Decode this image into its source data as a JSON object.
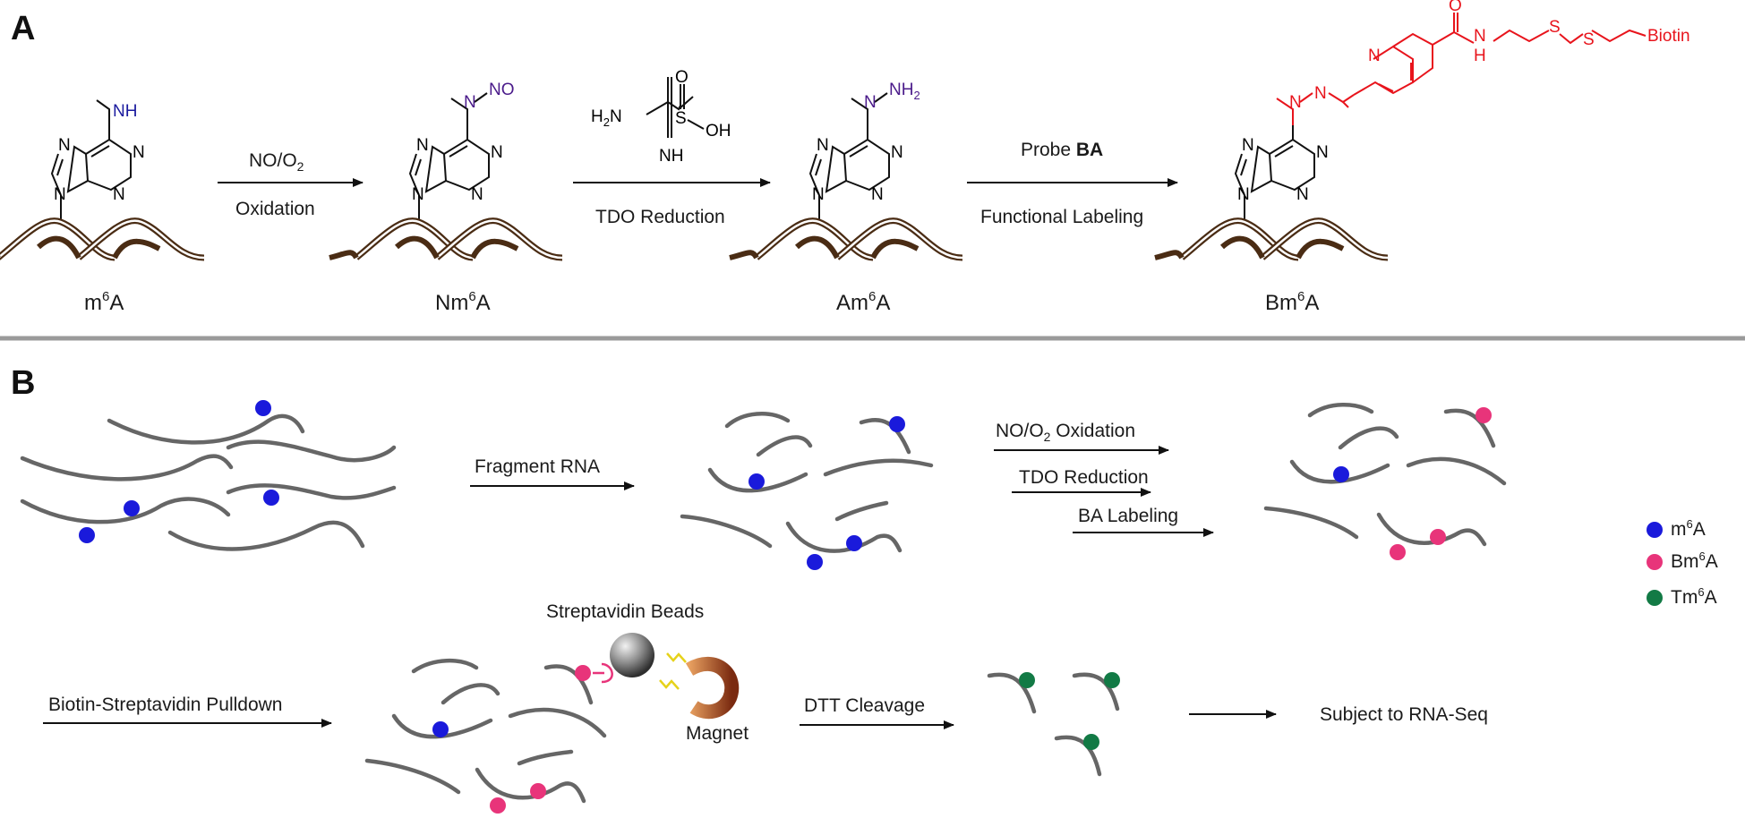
{
  "panels": {
    "a": "A",
    "b": "B"
  },
  "colors": {
    "m6a": "#1a1adb",
    "bm6a": "#e8347a",
    "tm6a": "#127a45",
    "probe": "#e8141c",
    "nsub": "#1a1a9e",
    "strand": "#666666",
    "helix": "#4a2c14",
    "divider": "#9a9a9a",
    "bead": "#8a8a8a",
    "magnet": "#9a3a1a"
  },
  "panel_a": {
    "compounds": [
      {
        "name_pre": "m",
        "name_sup": "6",
        "name_post": "A",
        "substituent": "NH"
      },
      {
        "name_pre": "Nm",
        "name_sup": "6",
        "name_post": "A",
        "substituent": "NO"
      },
      {
        "name_pre": "Am",
        "name_sup": "6",
        "name_post": "A",
        "substituent": "NH2"
      },
      {
        "name_pre": "Bm",
        "name_sup": "6",
        "name_post": "A",
        "substituent": "probe"
      }
    ],
    "steps": [
      {
        "above": "NO/O",
        "above_sub": "2",
        "below": "Oxidation"
      },
      {
        "above": "",
        "below": "TDO Reduction"
      },
      {
        "above_pre": "Probe ",
        "above_bold": "BA",
        "below": "Functional Labeling"
      }
    ],
    "atoms": {
      "n": "N",
      "nh": "NH",
      "no": "NO",
      "nh2_pre": "NH",
      "nh2_sub": "2"
    },
    "tdo": {
      "h2n_pre": "H",
      "h2n_sub": "2",
      "h2n_post": "N",
      "o": "O",
      "s": "S",
      "oh": "OH",
      "nh": "NH"
    },
    "probe_tail": {
      "n": "N",
      "o": "O",
      "nh": "N",
      "h": "H",
      "s1": "S",
      "s2": "S",
      "biotin": "Biotin"
    }
  },
  "panel_b": {
    "steps": {
      "fragment": "Fragment RNA",
      "oxidation_pre": "NO/O",
      "oxidation_sub": "2",
      "oxidation_post": " Oxidation",
      "reduction": "TDO Reduction",
      "labeling": "BA Labeling",
      "pulldown": "Biotin-Streptavidin Pulldown",
      "beads": "Streptavidin Beads",
      "magnet": "Magnet",
      "cleavage": "DTT Cleavage",
      "seq": "Subject to RNA-Seq"
    },
    "legend": [
      {
        "pre": "m",
        "sup": "6",
        "post": "A",
        "color": "#1a1adb"
      },
      {
        "pre": "Bm",
        "sup": "6",
        "post": "A",
        "color": "#e8347a"
      },
      {
        "pre": "Tm",
        "sup": "6",
        "post": "A",
        "color": "#127a45"
      }
    ]
  }
}
